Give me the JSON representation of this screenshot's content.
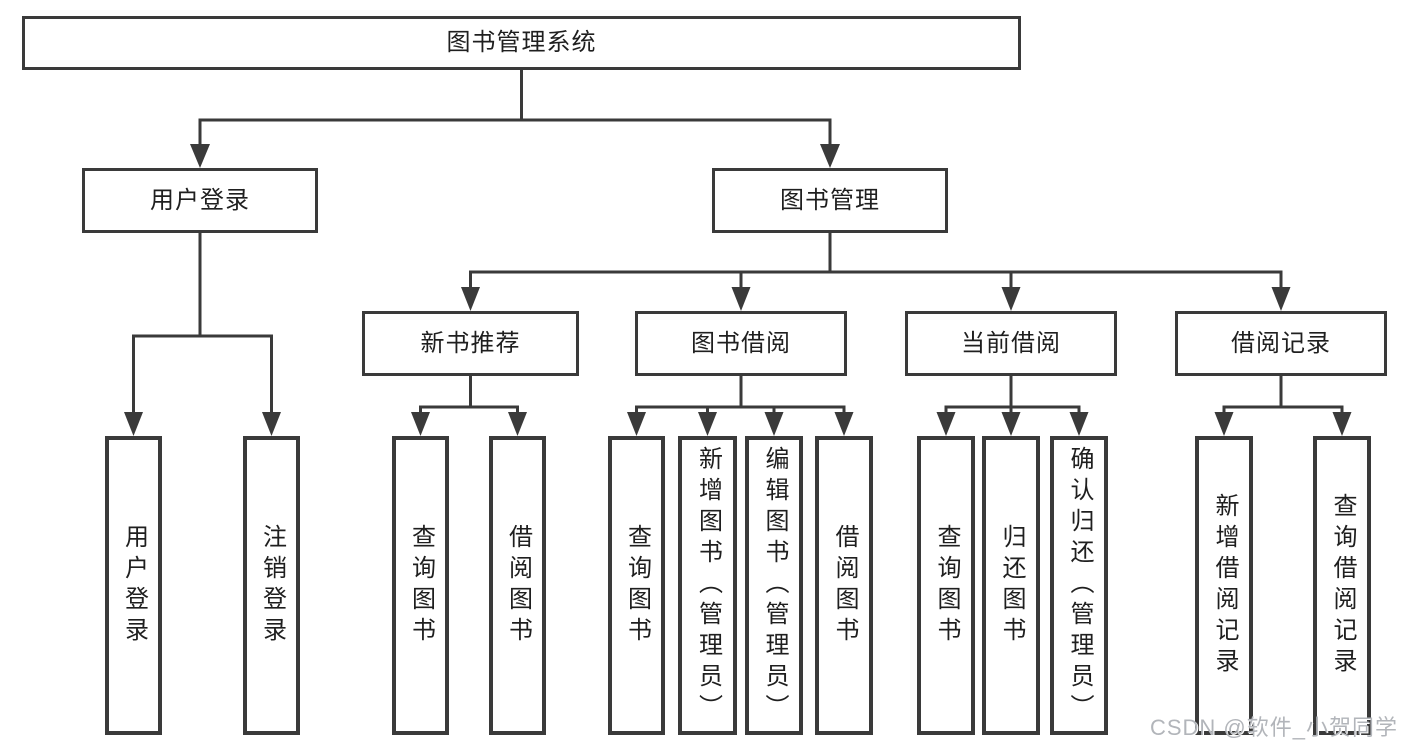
{
  "diagram": {
    "title": "图书管理系统",
    "root": {
      "label": "图书管理系统"
    },
    "level2": [
      {
        "label": "用户登录"
      },
      {
        "label": "图书管理"
      }
    ],
    "level3": [
      {
        "label": "新书推荐"
      },
      {
        "label": "图书借阅"
      },
      {
        "label": "当前借阅"
      },
      {
        "label": "借阅记录"
      }
    ],
    "leaves": {
      "user_login": [
        {
          "label": "用户登录"
        },
        {
          "label": "注销登录"
        }
      ],
      "new_book": [
        {
          "label": "查询图书"
        },
        {
          "label": "借阅图书"
        }
      ],
      "book_borrow": [
        {
          "label": "查询图书"
        },
        {
          "label": "新增图书（管理员）"
        },
        {
          "label": "编辑图书（管理员）"
        },
        {
          "label": "借阅图书"
        }
      ],
      "current_borrow": [
        {
          "label": "查询图书"
        },
        {
          "label": "归还图书"
        },
        {
          "label": "确认归还（管理员）"
        }
      ],
      "borrow_records": [
        {
          "label": "新增借阅记录"
        },
        {
          "label": "查询借阅记录"
        }
      ]
    }
  },
  "watermark": {
    "text": "CSDN @软件_小贺同学"
  },
  "colors": {
    "line": "#3a3a3a",
    "node_border": "#3a3a3a",
    "text": "#1f1f1f",
    "watermark": "#b2b5ba",
    "background": "#ffffff"
  }
}
